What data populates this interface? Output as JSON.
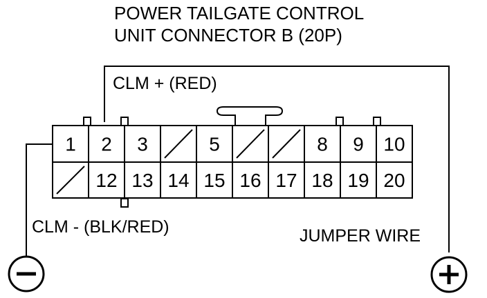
{
  "title": {
    "line1": "POWER TAILGATE CONTROL",
    "line2": "UNIT CONNECTOR B (20P)"
  },
  "labels": {
    "clm_plus": "CLM +  (RED)",
    "clm_minus": "CLM -  (BLK/RED)",
    "jumper_wire": "JUMPER WIRE"
  },
  "connector": {
    "pins_total": 20,
    "top_row": [
      {
        "pin": "1",
        "empty": false
      },
      {
        "pin": "2",
        "empty": false
      },
      {
        "pin": "3",
        "empty": false
      },
      {
        "pin": "",
        "empty": true
      },
      {
        "pin": "5",
        "empty": false
      },
      {
        "pin": "",
        "empty": true
      },
      {
        "pin": "",
        "empty": true
      },
      {
        "pin": "8",
        "empty": false
      },
      {
        "pin": "9",
        "empty": false
      },
      {
        "pin": "10",
        "empty": false
      }
    ],
    "bottom_row": [
      {
        "pin": "",
        "empty": true
      },
      {
        "pin": "12",
        "empty": false
      },
      {
        "pin": "13",
        "empty": false
      },
      {
        "pin": "14",
        "empty": false
      },
      {
        "pin": "15",
        "empty": false
      },
      {
        "pin": "16",
        "empty": false
      },
      {
        "pin": "17",
        "empty": false
      },
      {
        "pin": "18",
        "empty": false
      },
      {
        "pin": "19",
        "empty": false
      },
      {
        "pin": "20",
        "empty": false
      }
    ]
  },
  "terminals": {
    "negative_symbol": "−",
    "positive_symbol": "+",
    "negative_icon": "minus-circle-icon",
    "positive_icon": "plus-circle-icon"
  },
  "colors": {
    "line": "#000000",
    "background": "#ffffff"
  }
}
